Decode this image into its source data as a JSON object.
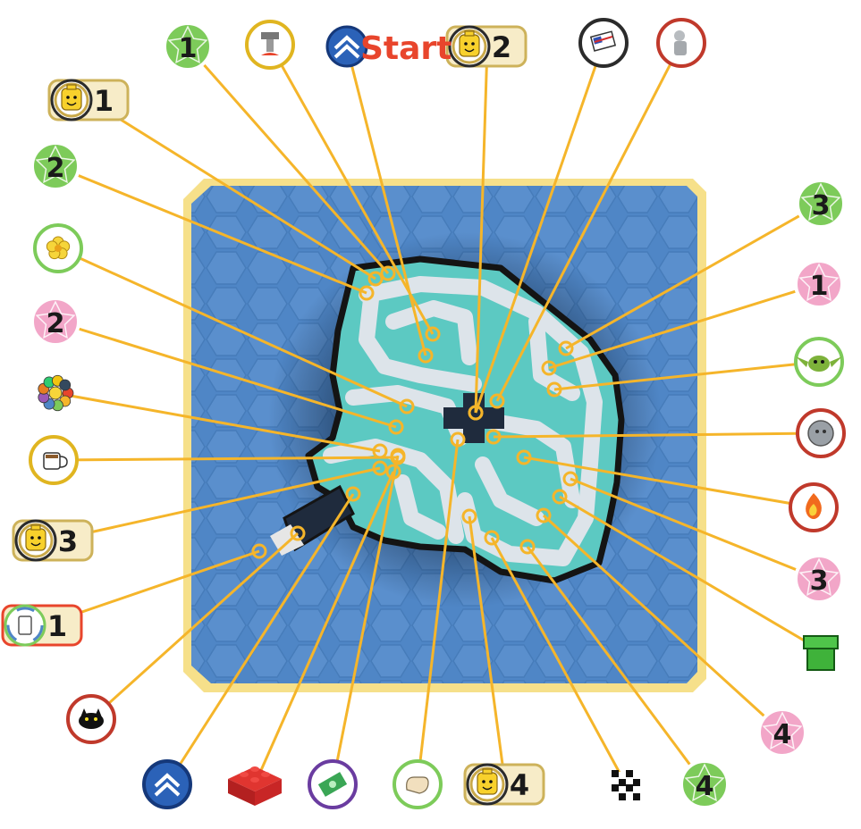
{
  "start": {
    "label": "Start",
    "color": "#e8452c"
  },
  "colors": {
    "water": "#4f86c6",
    "frame": "#f6e08a",
    "island": "#5cc9c2",
    "island_edge": "#141414",
    "path": "#dde4ea",
    "line": "#f5b52a",
    "green_badge": "#7dcb5a",
    "pink_badge": "#f2a6c8"
  },
  "badges": [
    {
      "name": "green-star-1-top",
      "kind": "star-green",
      "number": "1",
      "icon": "green-star-icon"
    },
    {
      "name": "gold-brick-1-top",
      "kind": "minifig",
      "number": "1",
      "icon": "minifig-head-icon"
    },
    {
      "name": "green-star-2-left",
      "kind": "star-green",
      "number": "2",
      "icon": "green-star-icon"
    },
    {
      "name": "flower-badge",
      "kind": "icon",
      "number": "",
      "icon": "flower-icon"
    },
    {
      "name": "pink-star-2-left",
      "kind": "star-pink",
      "number": "2",
      "icon": "pink-star-icon"
    },
    {
      "name": "paint-palette-badge",
      "kind": "icon",
      "number": "",
      "icon": "color-palette-icon"
    },
    {
      "name": "coffee-cup-badge",
      "kind": "icon",
      "number": "",
      "icon": "coffee-cup-icon"
    },
    {
      "name": "gold-brick-3-left",
      "kind": "minifig",
      "number": "3",
      "icon": "minifig-head-icon"
    },
    {
      "name": "rainbow-brick-1",
      "kind": "rainbow",
      "number": "1",
      "icon": "rainbow-brick-icon"
    },
    {
      "name": "black-cat-badge",
      "kind": "icon",
      "number": "",
      "icon": "black-cat-icon"
    },
    {
      "name": "bounce-chevron-badge",
      "kind": "icon",
      "number": "",
      "icon": "chevron-up-icon"
    },
    {
      "name": "red-brick-badge",
      "kind": "icon",
      "number": "",
      "icon": "red-lego-brick-icon"
    },
    {
      "name": "money-badge",
      "kind": "icon",
      "number": "",
      "icon": "money-bill-icon"
    },
    {
      "name": "hand-badge",
      "kind": "icon",
      "number": "",
      "icon": "hand-icon"
    },
    {
      "name": "gold-brick-4-bottom",
      "kind": "minifig",
      "number": "4",
      "icon": "minifig-head-icon"
    },
    {
      "name": "checkered-flag-badge",
      "kind": "icon",
      "number": "",
      "icon": "checkered-flag-icon"
    },
    {
      "name": "green-star-4-bottom",
      "kind": "star-green",
      "number": "4",
      "icon": "green-star-icon"
    },
    {
      "name": "pink-star-4-right",
      "kind": "star-pink",
      "number": "4",
      "icon": "pink-star-icon"
    },
    {
      "name": "warp-pipe-badge",
      "kind": "icon",
      "number": "",
      "icon": "green-pipe-icon"
    },
    {
      "name": "pink-star-3-right",
      "kind": "star-pink",
      "number": "3",
      "icon": "pink-star-icon"
    },
    {
      "name": "fire-badge",
      "kind": "icon",
      "number": "",
      "icon": "fire-icon"
    },
    {
      "name": "stone-head-badge",
      "kind": "icon",
      "number": "",
      "icon": "stone-statue-icon"
    },
    {
      "name": "yoda-badge",
      "kind": "icon",
      "number": "",
      "icon": "yoda-icon"
    },
    {
      "name": "pink-star-1-right",
      "kind": "star-pink",
      "number": "1",
      "icon": "pink-star-icon"
    },
    {
      "name": "green-star-3-right",
      "kind": "star-green",
      "number": "3",
      "icon": "green-star-icon"
    },
    {
      "name": "statue-badge",
      "kind": "icon",
      "number": "",
      "icon": "grey-statue-icon"
    },
    {
      "name": "flag-badge",
      "kind": "icon",
      "number": "",
      "icon": "flag-icon"
    },
    {
      "name": "gold-brick-2-top",
      "kind": "minifig",
      "number": "2",
      "icon": "minifig-head-icon"
    },
    {
      "name": "start-badge",
      "kind": "start",
      "number": "",
      "icon": "start-chevron-icon"
    },
    {
      "name": "jackhammer-badge",
      "kind": "icon",
      "number": "",
      "icon": "jackhammer-icon"
    }
  ]
}
